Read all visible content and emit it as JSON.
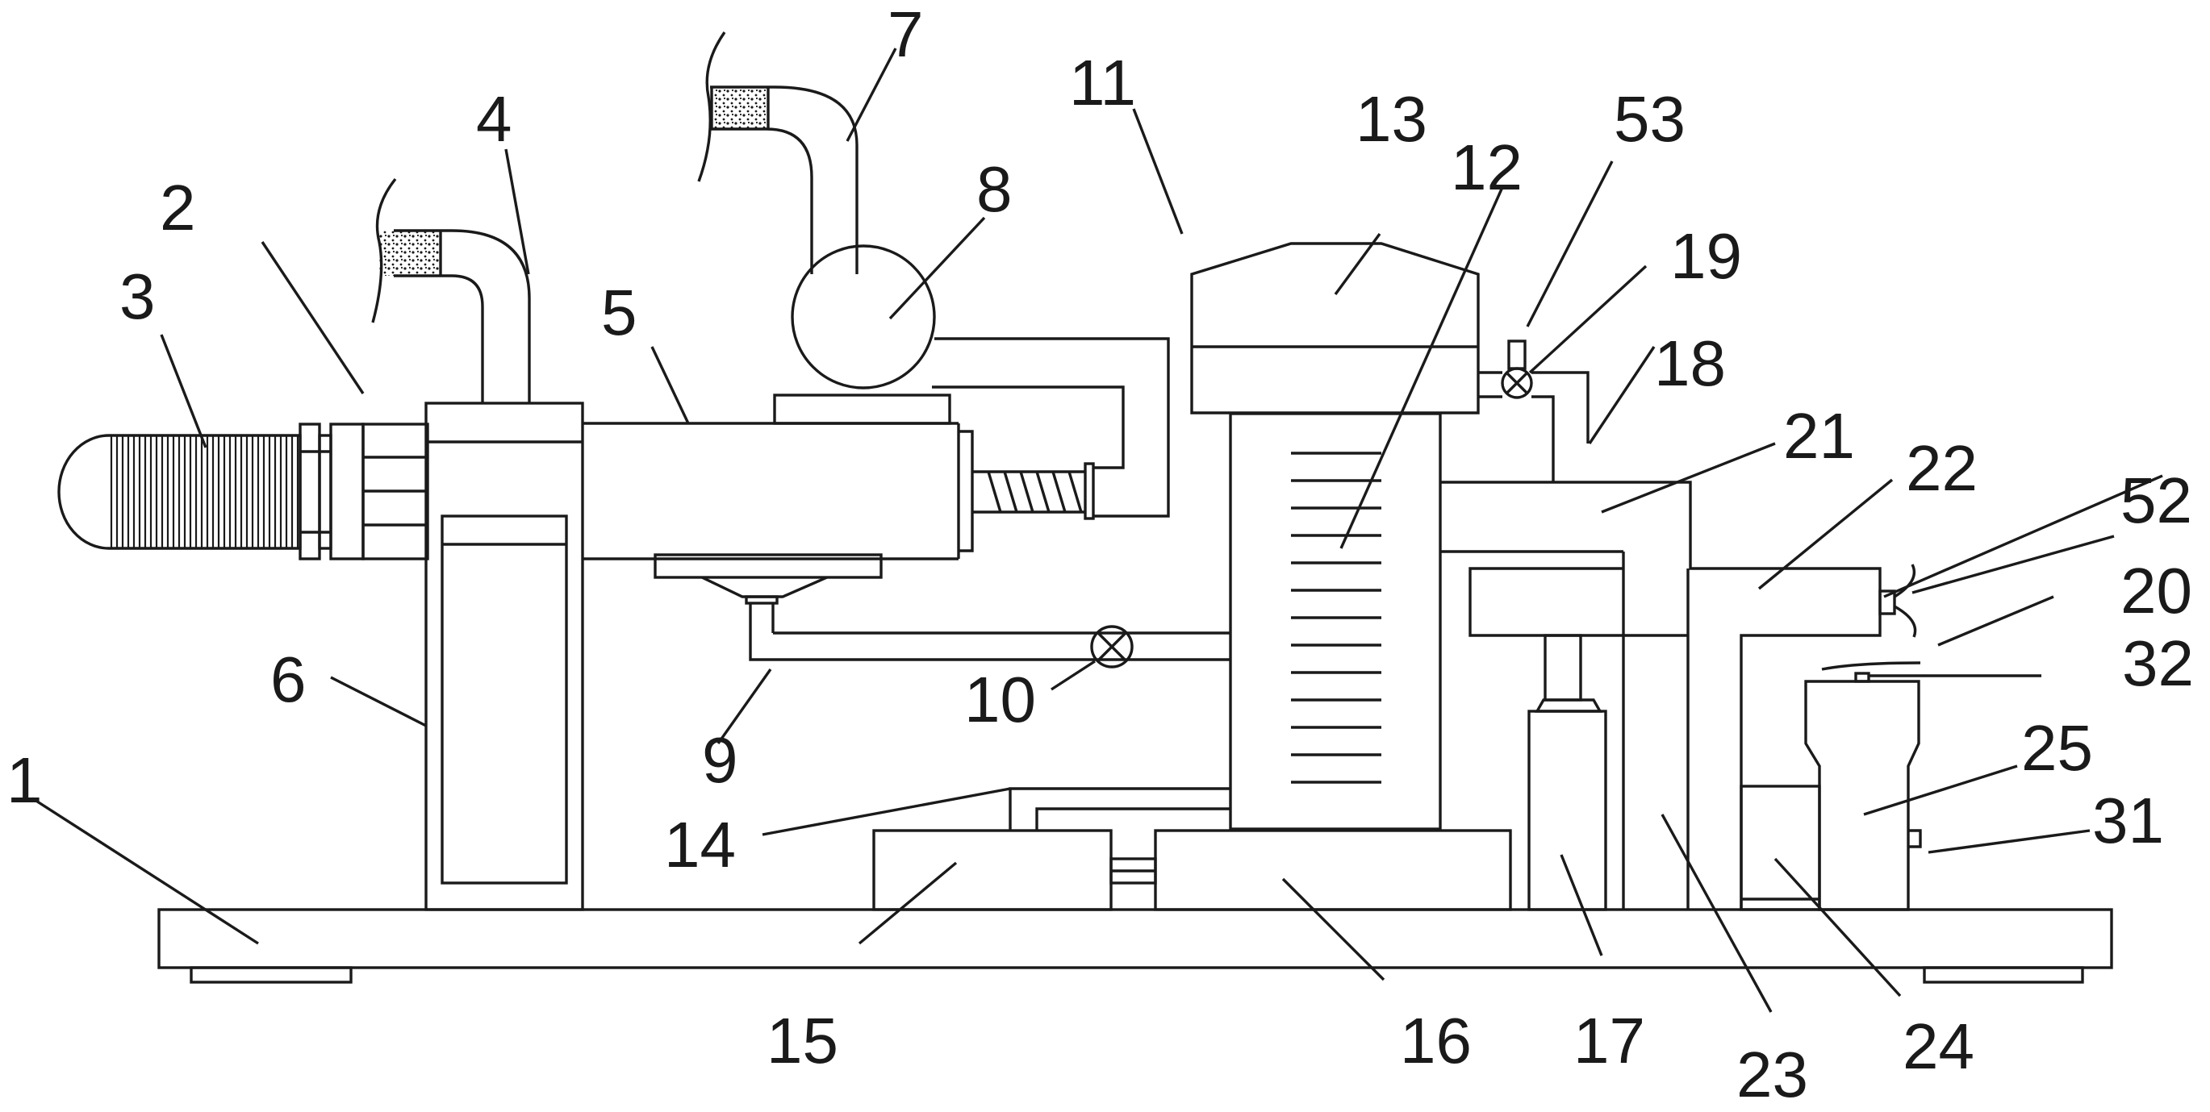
{
  "figure": {
    "labels": [
      {
        "id": "1",
        "text": "1"
      },
      {
        "id": "2",
        "text": "2"
      },
      {
        "id": "3",
        "text": "3"
      },
      {
        "id": "4",
        "text": "4"
      },
      {
        "id": "5",
        "text": "5"
      },
      {
        "id": "6",
        "text": "6"
      },
      {
        "id": "7",
        "text": "7"
      },
      {
        "id": "8",
        "text": "8"
      },
      {
        "id": "9",
        "text": "9"
      },
      {
        "id": "10",
        "text": "10"
      },
      {
        "id": "11",
        "text": "11"
      },
      {
        "id": "12",
        "text": "12"
      },
      {
        "id": "13",
        "text": "13"
      },
      {
        "id": "14",
        "text": "14"
      },
      {
        "id": "15",
        "text": "15"
      },
      {
        "id": "16",
        "text": "16"
      },
      {
        "id": "17",
        "text": "17"
      },
      {
        "id": "18",
        "text": "18"
      },
      {
        "id": "19",
        "text": "19"
      },
      {
        "id": "20",
        "text": "20"
      },
      {
        "id": "21",
        "text": "21"
      },
      {
        "id": "22",
        "text": "22"
      },
      {
        "id": "23",
        "text": "23"
      },
      {
        "id": "24",
        "text": "24"
      },
      {
        "id": "25",
        "text": "25"
      },
      {
        "id": "31",
        "text": "31"
      },
      {
        "id": "32",
        "text": "32"
      },
      {
        "id": "52",
        "text": "52"
      },
      {
        "id": "53",
        "text": "53"
      }
    ]
  }
}
